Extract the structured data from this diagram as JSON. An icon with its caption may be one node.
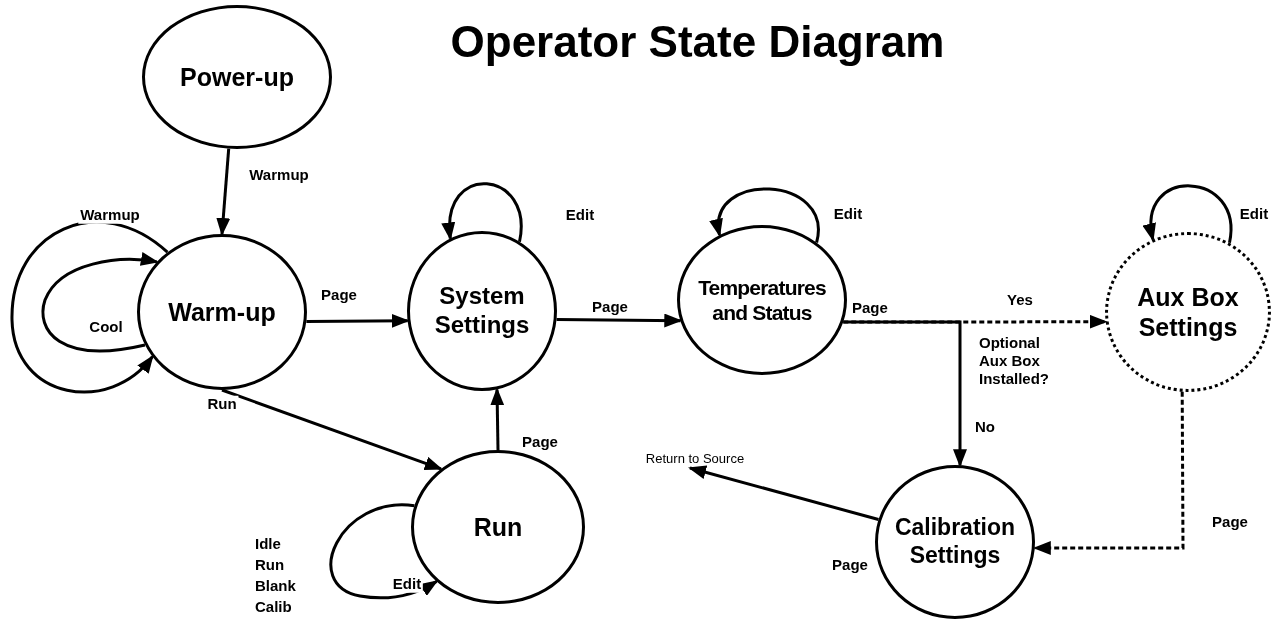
{
  "diagram": {
    "title": "Operator State Diagram",
    "nodes": [
      {
        "text": [
          "Power-up"
        ]
      },
      {
        "text": [
          "Warm-up"
        ]
      },
      {
        "text": [
          "System Settings"
        ]
      },
      {
        "text": [
          "Temperatures and Status"
        ]
      },
      {
        "text": [
          "Aux Box Settings"
        ]
      },
      {
        "text": [
          "Run"
        ]
      },
      {
        "text": [
          "Calibration Settings"
        ]
      },
      {
        "text": [
          "Return to Source"
        ]
      }
    ],
    "edges": [
      {
        "from": 0,
        "to": 1,
        "arrow": "to",
        "label": "Warmup"
      },
      {
        "from": 1,
        "to": 1,
        "arrow": "to",
        "label": "Warmup"
      },
      {
        "from": 1,
        "to": 1,
        "arrow": "to",
        "label": "Cool"
      },
      {
        "from": 1,
        "to": 2,
        "arrow": "to",
        "label": "Page"
      },
      {
        "from": 1,
        "to": 5,
        "arrow": "to",
        "label": "Run"
      },
      {
        "from": 5,
        "to": 2,
        "arrow": "to",
        "label": "Page"
      },
      {
        "from": 5,
        "to": 5,
        "arrow": "to",
        "label": "Edit"
      },
      {
        "from": 2,
        "to": 2,
        "arrow": "to",
        "label": "Edit"
      },
      {
        "from": 2,
        "to": 3,
        "arrow": "to",
        "label": "Page"
      },
      {
        "from": 3,
        "to": 3,
        "arrow": "to",
        "label": "Edit"
      },
      {
        "from": 3,
        "to": 4,
        "arrow": "to",
        "label": "Yes",
        "style": "dashed"
      },
      {
        "from": 3,
        "to": 6,
        "arrow": "to",
        "label": "No"
      },
      {
        "from": 4,
        "to": 4,
        "arrow": "to",
        "label": "Edit"
      },
      {
        "from": 4,
        "to": 6,
        "arrow": "to",
        "label": "Page",
        "style": "dashed"
      },
      {
        "from": 6,
        "to": 7,
        "arrow": "to",
        "label": "Page"
      }
    ],
    "labels": [
      "Page",
      "Optional Aux Box Installed?",
      "Idle",
      "Run",
      "Blank",
      "Calib"
    ]
  }
}
